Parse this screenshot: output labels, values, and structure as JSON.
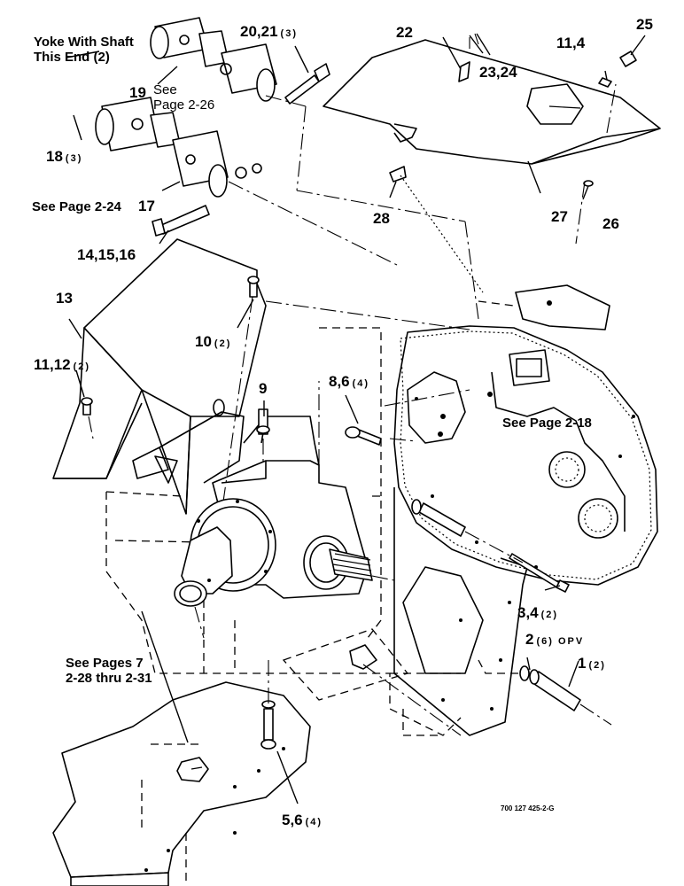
{
  "callouts": [
    {
      "id": "c1",
      "text": "1",
      "qty": "(2)"
    },
    {
      "id": "c2",
      "text": "2",
      "qty": "(6) OPV"
    },
    {
      "id": "c34",
      "text": "3,4",
      "qty": "(2)"
    },
    {
      "id": "c56",
      "text": "5,6",
      "qty": "(4)"
    },
    {
      "id": "c86",
      "text": "8,6",
      "qty": "(4)"
    },
    {
      "id": "c9",
      "text": "9",
      "qty": ""
    },
    {
      "id": "c10",
      "text": "10",
      "qty": "(2)"
    },
    {
      "id": "c114",
      "text": "11,4",
      "qty": ""
    },
    {
      "id": "c1112",
      "text": "11,12",
      "qty": "(2)"
    },
    {
      "id": "c13",
      "text": "13",
      "qty": ""
    },
    {
      "id": "c141516",
      "text": "14,15,16",
      "qty": ""
    },
    {
      "id": "c17",
      "text": "17",
      "qty": ""
    },
    {
      "id": "c18",
      "text": "18",
      "qty": "(3)"
    },
    {
      "id": "c19",
      "text": "19",
      "qty": ""
    },
    {
      "id": "c2021",
      "text": "20,21",
      "qty": "(3)"
    },
    {
      "id": "c22",
      "text": "22",
      "qty": ""
    },
    {
      "id": "c2324",
      "text": "23,24",
      "qty": ""
    },
    {
      "id": "c25",
      "text": "25",
      "qty": ""
    },
    {
      "id": "c26",
      "text": "26",
      "qty": ""
    },
    {
      "id": "c27",
      "text": "27",
      "qty": ""
    },
    {
      "id": "c28",
      "text": "28",
      "qty": ""
    }
  ],
  "notes": {
    "yoke": "Yoke With Shaft\nThis End (2)",
    "see_226": "See\nPage 2-26",
    "see_224": "See Page 2-24",
    "see_218": "See Page 2-18",
    "see_7": "See Pages 7\n2-28 thru 2-31"
  },
  "drawing_number": "700 127 425-2-G"
}
